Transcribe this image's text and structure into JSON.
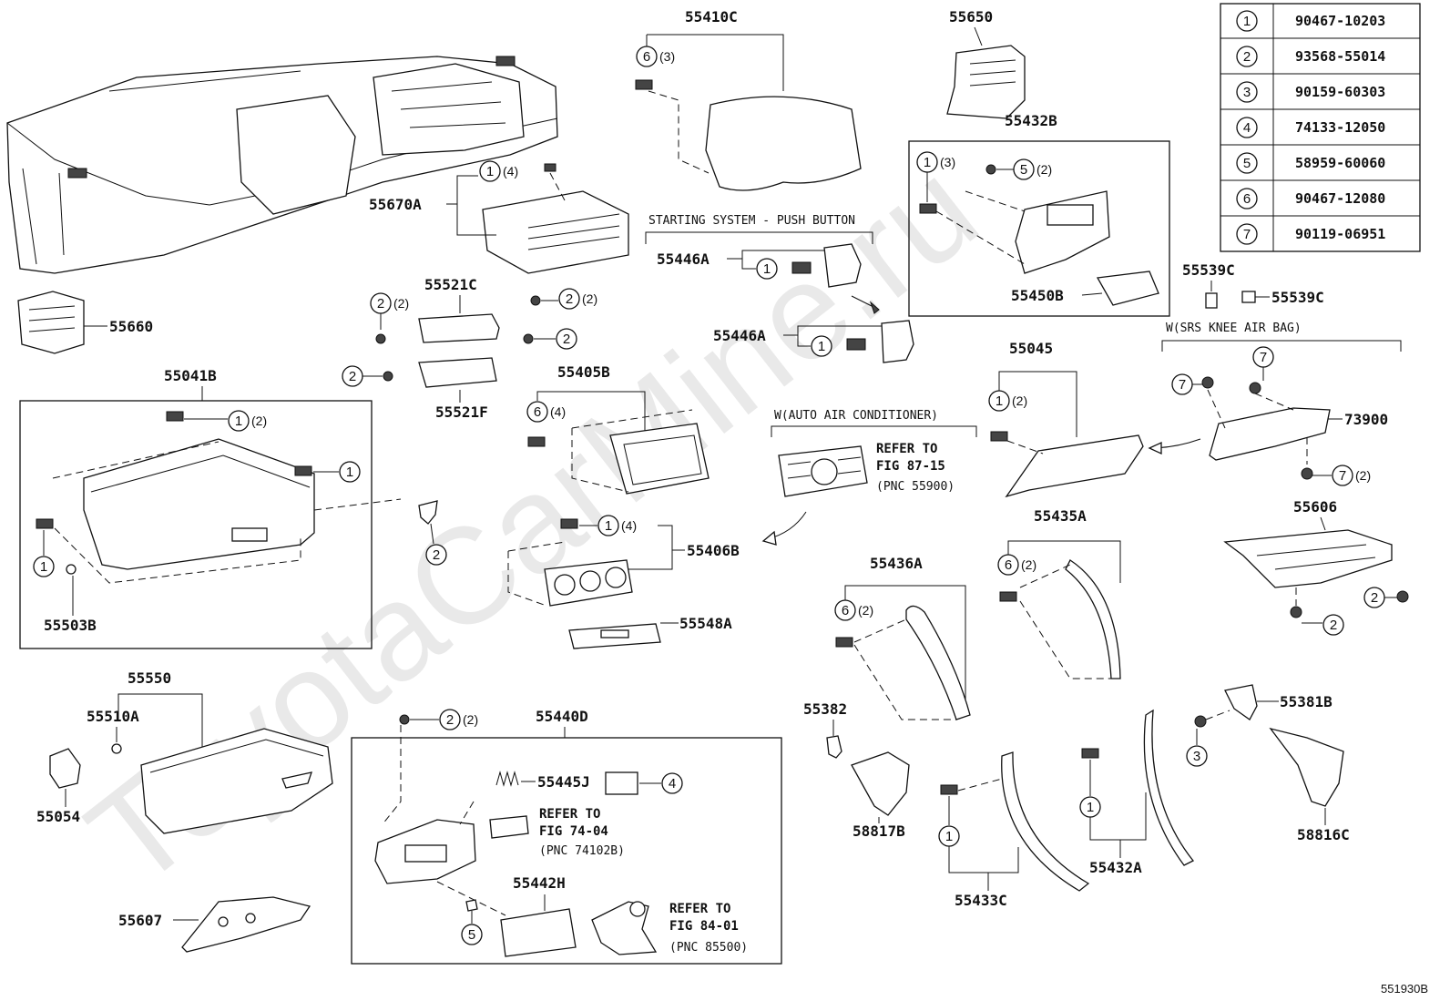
{
  "watermark": "ToyotaCarMine.ru",
  "figure_code": "551930B",
  "legend": [
    {
      "num": "1",
      "code": "90467-10203"
    },
    {
      "num": "2",
      "code": "93568-55014"
    },
    {
      "num": "3",
      "code": "90159-60303"
    },
    {
      "num": "4",
      "code": "74133-12050"
    },
    {
      "num": "5",
      "code": "58959-60060"
    },
    {
      "num": "6",
      "code": "90467-12080"
    },
    {
      "num": "7",
      "code": "90119-06951"
    }
  ],
  "notes": {
    "push_button": "STARTING SYSTEM - PUSH BUTTON",
    "auto_ac": "W(AUTO AIR CONDITIONER)",
    "knee_airbag": "W(SRS KNEE AIR BAG)",
    "refer1_a": "REFER TO",
    "refer1_b": "FIG 87-15",
    "refer1_c": "(PNC 55900)",
    "refer2_a": "REFER TO",
    "refer2_b": "FIG 74-04",
    "refer2_c": "(PNC 74102B)",
    "refer3_a": "REFER TO",
    "refer3_b": "FIG 84-01",
    "refer3_c": "(PNC 85500)"
  },
  "pnc": {
    "p55410C": "55410C",
    "p55650": "55650",
    "p55432B": "55432B",
    "p55670A": "55670A",
    "p55660": "55660",
    "p55521C": "55521C",
    "p55521F": "55521F",
    "p55446A_1": "55446A",
    "p55446A_2": "55446A",
    "p55450B": "55450B",
    "p55539C_1": "55539C",
    "p55539C_2": "55539C",
    "p55041B": "55041B",
    "p55405B": "55405B",
    "p55045": "55045",
    "p73900": "73900",
    "p55406B": "55406B",
    "p55606": "55606",
    "p55435A": "55435A",
    "p55436A": "55436A",
    "p55503B": "55503B",
    "p55548A": "55548A",
    "p55550": "55550",
    "p55510A": "55510A",
    "p55440D": "55440D",
    "p55382": "55382",
    "p55381B": "55381B",
    "p55445J": "55445J",
    "p55054": "55054",
    "p58817B": "58817B",
    "p58816C": "58816C",
    "p55442H": "55442H",
    "p55432A": "55432A",
    "p55607": "55607",
    "p55433C": "55433C"
  },
  "qty": {
    "q3": "(3)",
    "q2": "(2)",
    "q4": "(4)"
  },
  "callouts": {
    "c1": "1",
    "c2": "2",
    "c3": "3",
    "c4": "4",
    "c5": "5",
    "c6": "6",
    "c7": "7"
  }
}
